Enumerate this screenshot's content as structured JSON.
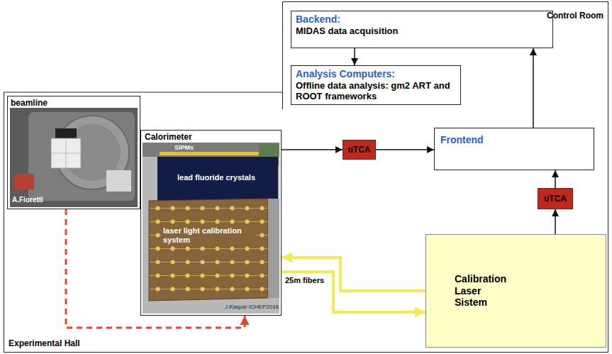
{
  "diagram": {
    "nodes": [
      {
        "text": [
          "Control Room"
        ]
      },
      {
        "text": [
          "Backend:",
          "MIDAS data acquisition"
        ],
        "in": 0
      },
      {
        "text": [
          "Analysis Computers:",
          "Offline data analysis: gm2 ART and ROOT frameworks"
        ],
        "in": 0
      },
      {
        "text": [
          "Experimental Hall"
        ]
      },
      {
        "text": [
          "beamline"
        ],
        "in": 3
      },
      {
        "text": [
          "Calorimeter"
        ],
        "in": 3
      },
      {
        "text": [
          "uTCA"
        ],
        "in": 3
      },
      {
        "text": [
          "Frontend"
        ],
        "in": 3
      },
      {
        "text": [
          "uTCA"
        ],
        "in": 3
      },
      {
        "text": [
          "Calibration Laser Sistem"
        ],
        "in": 3
      }
    ],
    "edges": [
      {
        "from": 1,
        "to": 2,
        "arrow": "to"
      },
      {
        "from": 7,
        "to": 1,
        "arrow": "to"
      },
      {
        "from": 4,
        "to": 5,
        "arrow": "to"
      },
      {
        "from": 5,
        "to": 6,
        "arrow": "to"
      },
      {
        "from": 6,
        "to": 7,
        "arrow": "to"
      },
      {
        "from": 8,
        "to": 7,
        "arrow": "to"
      },
      {
        "from": 9,
        "to": 8,
        "arrow": "to"
      },
      {
        "from": 9,
        "to": 5,
        "arrow": "to"
      },
      {
        "from": 5,
        "to": 9,
        "arrow": "to"
      }
    ],
    "labels": [
      "A.Fioretti",
      "SiPMs",
      "lead fluoride crystals",
      "laser light calibration system",
      "J.Kaspar ICHEP2016",
      "25m fibers"
    ]
  }
}
